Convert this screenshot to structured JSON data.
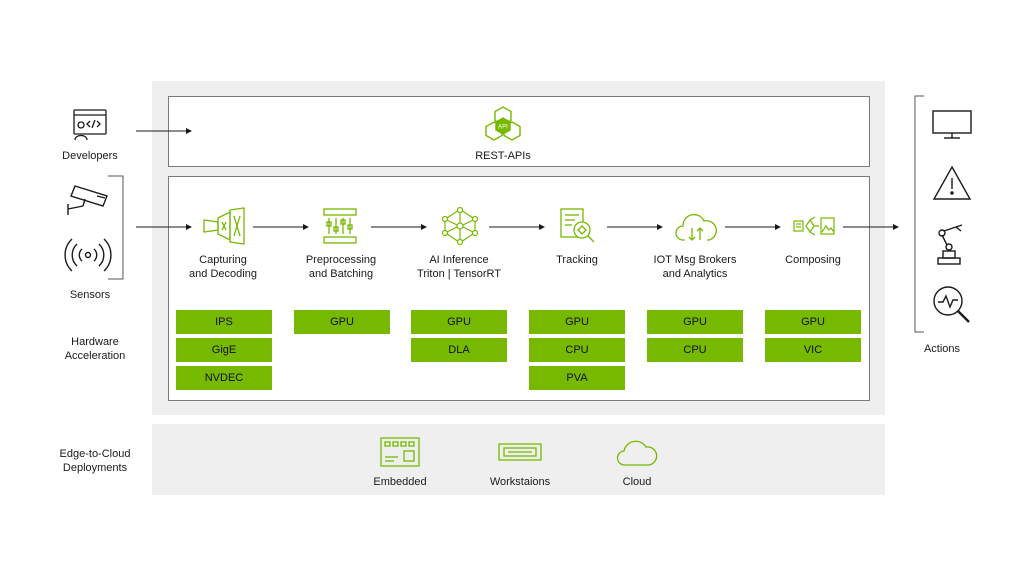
{
  "left": {
    "developers": "Developers",
    "sensors": "Sensors",
    "hardware_acceleration": "Hardware\nAcceleration",
    "edge_to_cloud": "Edge-to-Cloud\nDeployments"
  },
  "rest": {
    "label": "REST-APIs",
    "badge": "API"
  },
  "stages": [
    {
      "label": "Capturing\nand Decoding",
      "hw": [
        "IPS",
        "GigE",
        "NVDEC"
      ]
    },
    {
      "label": "Preprocessing\nand Batching",
      "hw": [
        "GPU"
      ]
    },
    {
      "label": "AI Inference\nTriton | TensorRT",
      "hw": [
        "GPU",
        "DLA"
      ]
    },
    {
      "label": "Tracking",
      "hw": [
        "GPU",
        "CPU",
        "PVA"
      ]
    },
    {
      "label": "IOT Msg Brokers\nand Analytics",
      "hw": [
        "GPU",
        "CPU"
      ]
    },
    {
      "label": "Composing",
      "hw": [
        "GPU",
        "VIC"
      ]
    }
  ],
  "deployments": [
    "Embedded",
    "Workstaions",
    "Cloud"
  ],
  "actions": "Actions",
  "colors": {
    "accent": "#76b900",
    "panel": "#efefef",
    "border": "#7a7a7a"
  }
}
